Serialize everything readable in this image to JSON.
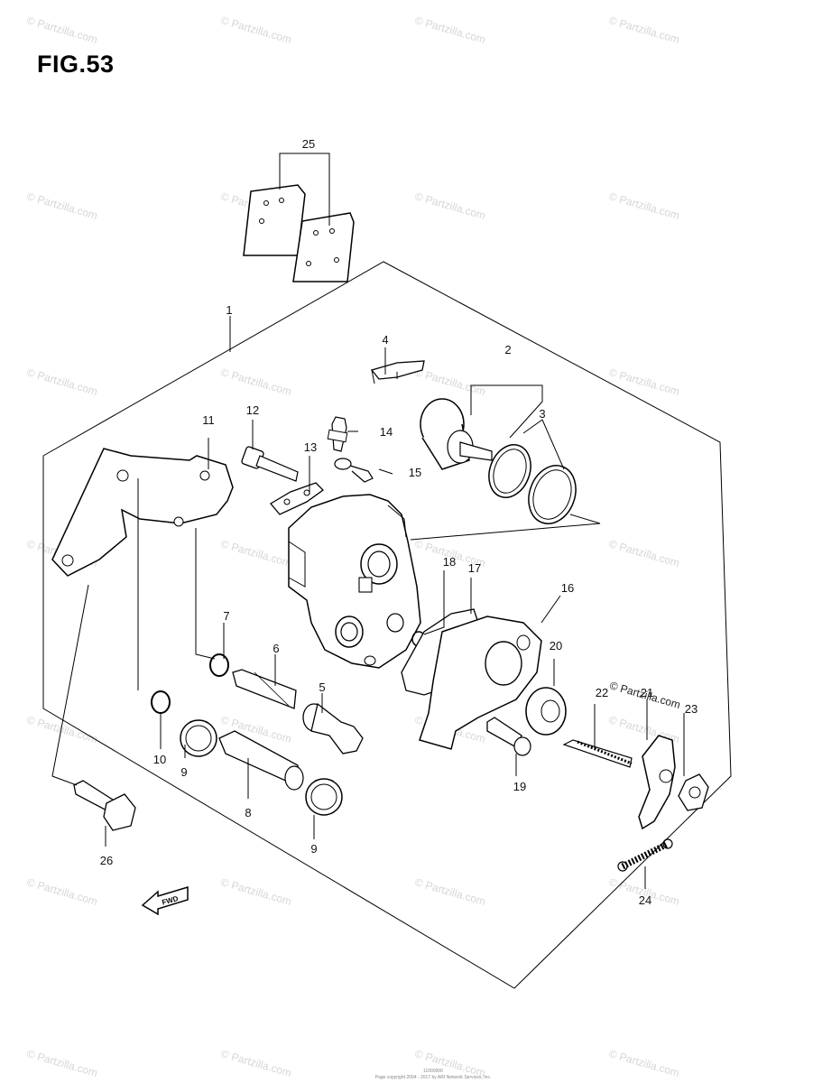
{
  "figure": {
    "title": "FIG.53"
  },
  "watermark": {
    "text": "© Partzilla.com",
    "color": "#d6d6d6"
  },
  "callouts": [
    "1",
    "2",
    "3",
    "4",
    "5",
    "6",
    "7",
    "8",
    "9",
    "9",
    "10",
    "11",
    "12",
    "13",
    "14",
    "15",
    "16",
    "17",
    "18",
    "19",
    "20",
    "21",
    "22",
    "23",
    "24",
    "25",
    "26"
  ],
  "fwd_label": "FWD",
  "footer": {
    "line1": "11000000",
    "line2": "Page copyright 2004 - 2017 by ARI Network Services, Inc."
  },
  "colors": {
    "line": "#000000",
    "background": "#ffffff"
  }
}
